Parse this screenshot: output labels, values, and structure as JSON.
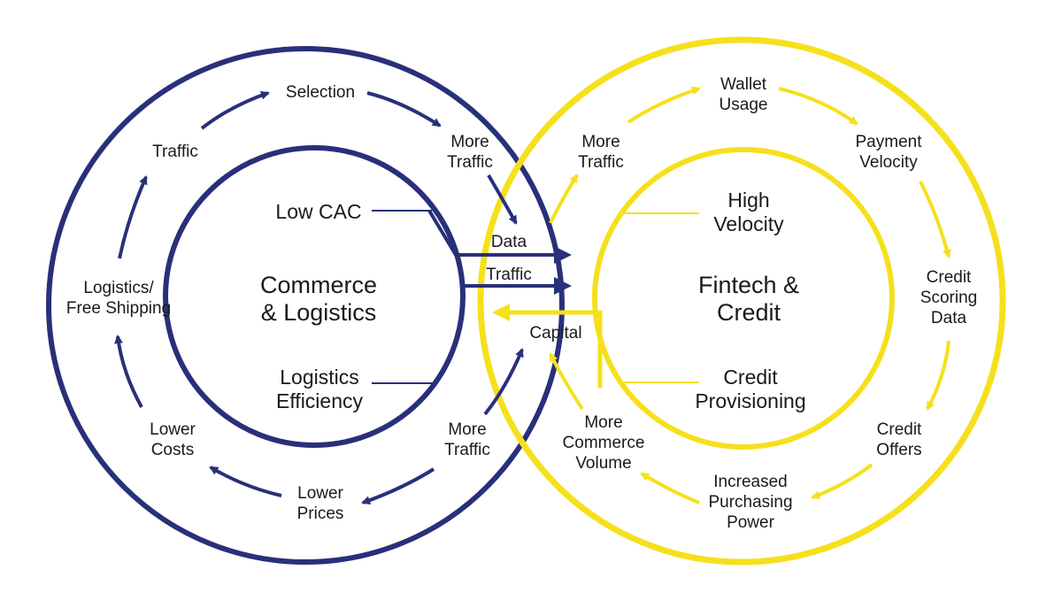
{
  "colors": {
    "navy": "#28307a",
    "yellow": "#f6e01c",
    "text": "#1a1a1a",
    "background": "#ffffff"
  },
  "left": {
    "center_line1": "Commerce",
    "center_line2": "& Logistics",
    "inner": {
      "low_cac": "Low CAC",
      "logistics_efficiency_1": "Logistics",
      "logistics_efficiency_2": "Efficiency"
    },
    "cycle": {
      "selection": "Selection",
      "more_traffic_1": "More",
      "more_traffic_2": "Traffic",
      "traffic": "Traffic",
      "logistics_1": "Logistics/",
      "logistics_2": "Free Shipping",
      "lower_costs_1": "Lower",
      "lower_costs_2": "Costs",
      "lower_prices_1": "Lower",
      "lower_prices_2": "Prices",
      "more_traffic_bottom_1": "More",
      "more_traffic_bottom_2": "Traffic"
    }
  },
  "right": {
    "center_line1": "Fintech &",
    "center_line2": "Credit",
    "inner": {
      "high_velocity_1": "High",
      "high_velocity_2": "Velocity",
      "credit_provisioning_1": "Credit",
      "credit_provisioning_2": "Provisioning"
    },
    "cycle": {
      "more_traffic_1": "More",
      "more_traffic_2": "Traffic",
      "wallet_usage_1": "Wallet",
      "wallet_usage_2": "Usage",
      "payment_velocity_1": "Payment",
      "payment_velocity_2": "Velocity",
      "credit_scoring_1": "Credit",
      "credit_scoring_2": "Scoring",
      "credit_scoring_3": "Data",
      "credit_offers_1": "Credit",
      "credit_offers_2": "Offers",
      "purchasing_power_1": "Increased",
      "purchasing_power_2": "Purchasing",
      "purchasing_power_3": "Power",
      "commerce_volume_1": "More",
      "commerce_volume_2": "Commerce",
      "commerce_volume_3": "Volume"
    }
  },
  "flows": {
    "data": "Data",
    "traffic": "Traffic",
    "capital": "Capital"
  },
  "icons": [
    "arrow-icon"
  ]
}
